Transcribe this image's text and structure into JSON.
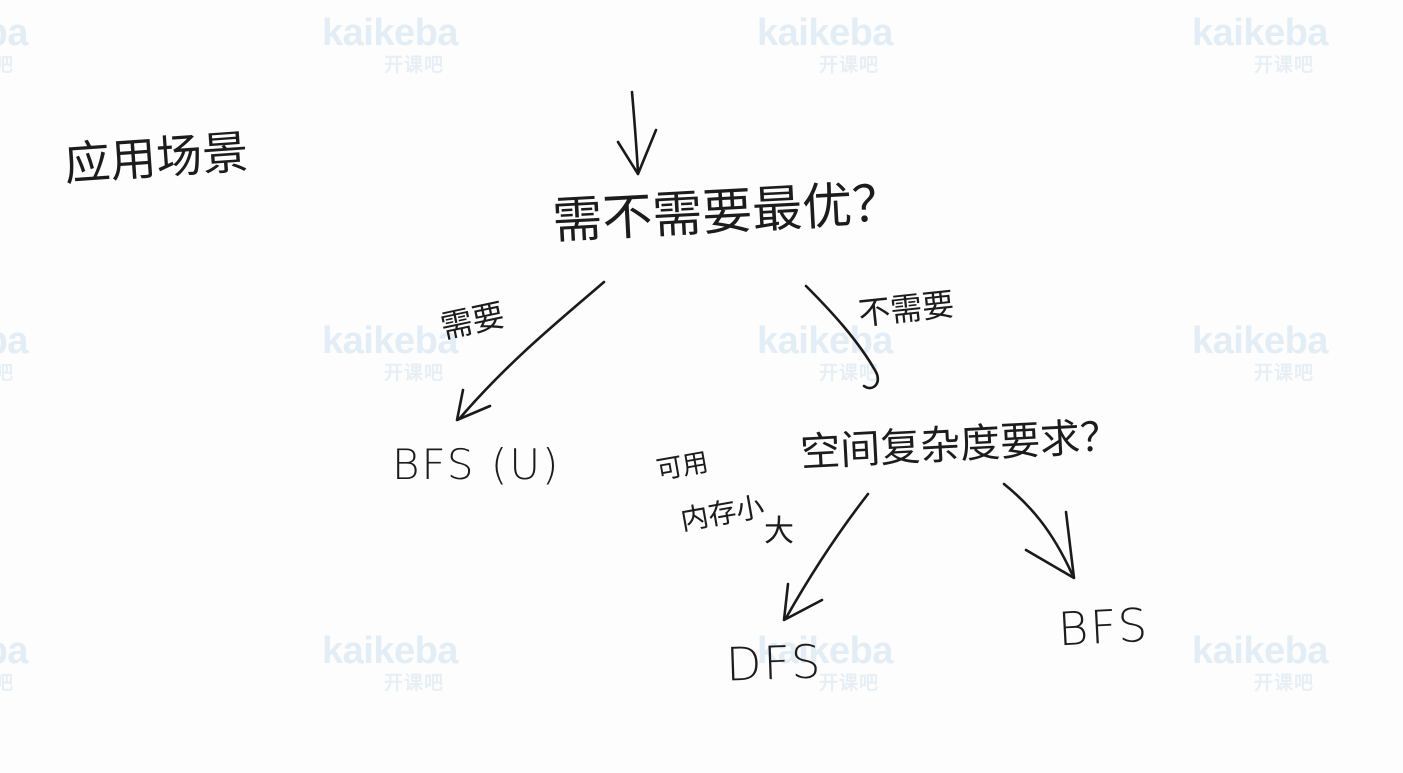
{
  "watermark": {
    "brand": "kaikeba",
    "chinese": "开课吧"
  },
  "diagram": {
    "side_title": "应用场景",
    "root_question": "需不需要最优？",
    "left_branch_label": "需要",
    "left_leaf": "BFS (U)",
    "right_branch_label": "不需要",
    "second_question": "空间复杂度要求？",
    "side_note_line1": "可用",
    "side_note_line2": "内存小",
    "side_note_line3": "大",
    "dfs_leaf": "DFS",
    "bfs_leaf": "BFS"
  },
  "colors": {
    "ink": "#1a1a1a",
    "watermark": "#cfe0ef",
    "background": "#fdfdfd"
  }
}
